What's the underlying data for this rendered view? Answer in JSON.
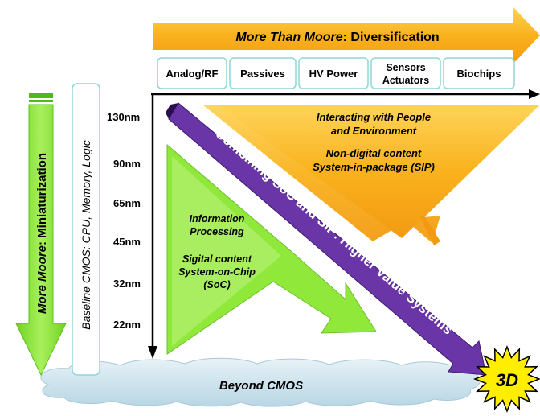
{
  "top_arrow": {
    "title_italic": "More Than Moore",
    "title_rest": ": Diversification"
  },
  "categories": [
    {
      "lines": [
        "Analog/RF"
      ]
    },
    {
      "lines": [
        "Passives"
      ]
    },
    {
      "lines": [
        "HV Power"
      ]
    },
    {
      "lines": [
        "Sensors",
        "Actuators"
      ]
    },
    {
      "lines": [
        "Biochips"
      ]
    }
  ],
  "left_arrow": {
    "label_italic": "More Moore",
    "label_rest": ": Miniaturization"
  },
  "baseline_box": {
    "label": "Baseline CMOS: CPU, Memory, Logic"
  },
  "nodes": [
    "130nm",
    "90nm",
    "65nm",
    "45nm",
    "32nm",
    "22nm"
  ],
  "orange_triangle": {
    "line1": "Interacting with People",
    "line2": "and Environment",
    "line3": "Non-digital content",
    "line4": "System-in-package (SIP)"
  },
  "green_triangle": {
    "line1": "Information",
    "line2": "Processing",
    "line3": "Sigital content",
    "line4": "System-on-Chip",
    "line5": "(SoC)"
  },
  "diagonal_arrow": {
    "label": "Combining SoC and SiP: Higher Value Systems"
  },
  "cloud": {
    "label": "Beyond CMOS"
  },
  "starburst": {
    "label": "3D"
  },
  "colors": {
    "orange": "#f9b21d",
    "orange_dark": "#f39a12",
    "green": "#8fe83a",
    "green_light": "#b9f27a",
    "purple": "#6a35a6",
    "teal_border": "#8fd6d6",
    "cloud": "#cfe4ee",
    "star": "#ffee00"
  }
}
